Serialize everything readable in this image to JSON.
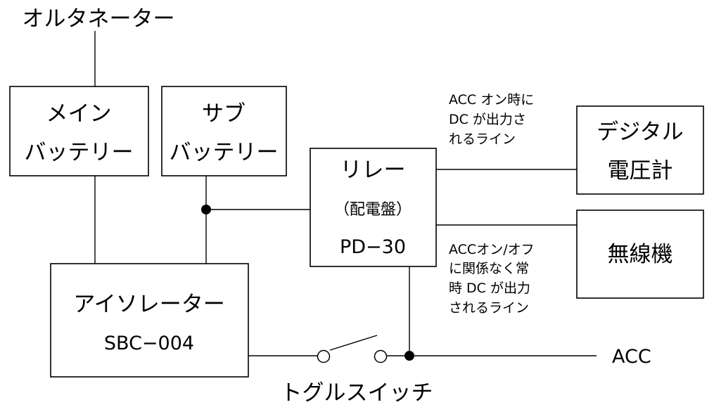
{
  "labels": {
    "alternator": "オルタネーター",
    "toggle_switch": "トグルスイッチ",
    "acc": "ACC"
  },
  "boxes": {
    "main_battery": [
      "メイン",
      "バッテリー"
    ],
    "sub_battery": [
      "サブ",
      "バッテリー"
    ],
    "relay": [
      "リレー",
      "（配電盤）",
      "PD−30"
    ],
    "isolator": [
      "アイソレーター",
      "SBC−004"
    ],
    "voltmeter": [
      "デジタル",
      "電圧計"
    ],
    "radio": [
      "無線機"
    ]
  },
  "notes": {
    "acc_on_line": [
      "ACC オン時に",
      "DC が出力さ",
      "れるライン"
    ],
    "always_on_line": [
      "ACCオン/オフ",
      "に関係なく常",
      "時 DC が出力",
      "されるライン"
    ]
  }
}
